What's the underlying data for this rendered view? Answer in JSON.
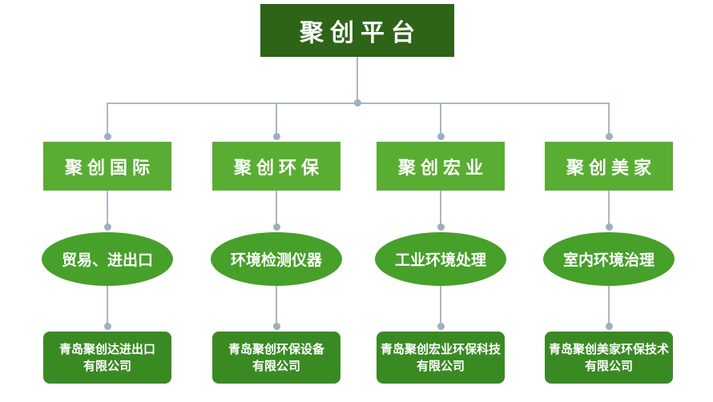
{
  "title": "聚创平台",
  "colors": {
    "root_bg": "#2d6418",
    "division_bg": "#5aad33",
    "business_bg": "#46a02a",
    "company_bg": "#3a8a24",
    "connector": "#aab7c4",
    "dot": "#9eafbf",
    "text": "#ffffff"
  },
  "root": {
    "label": "聚创平台"
  },
  "columns": [
    {
      "division": "聚创国际",
      "business": "贸易、进出口",
      "company_lines": [
        "青岛聚创达进出口",
        "有限公司"
      ]
    },
    {
      "division": "聚创环保",
      "business": "环境检测仪器",
      "company_lines": [
        "青岛聚创环保设备",
        "有限公司"
      ]
    },
    {
      "division": "聚创宏业",
      "business": "工业环境处理",
      "company_lines": [
        "青岛聚创宏业环保科技",
        "有限公司"
      ]
    },
    {
      "division": "聚创美家",
      "business": "室内环境治理",
      "company_lines": [
        "青岛聚创美家环保技术",
        "有限公司"
      ]
    }
  ]
}
